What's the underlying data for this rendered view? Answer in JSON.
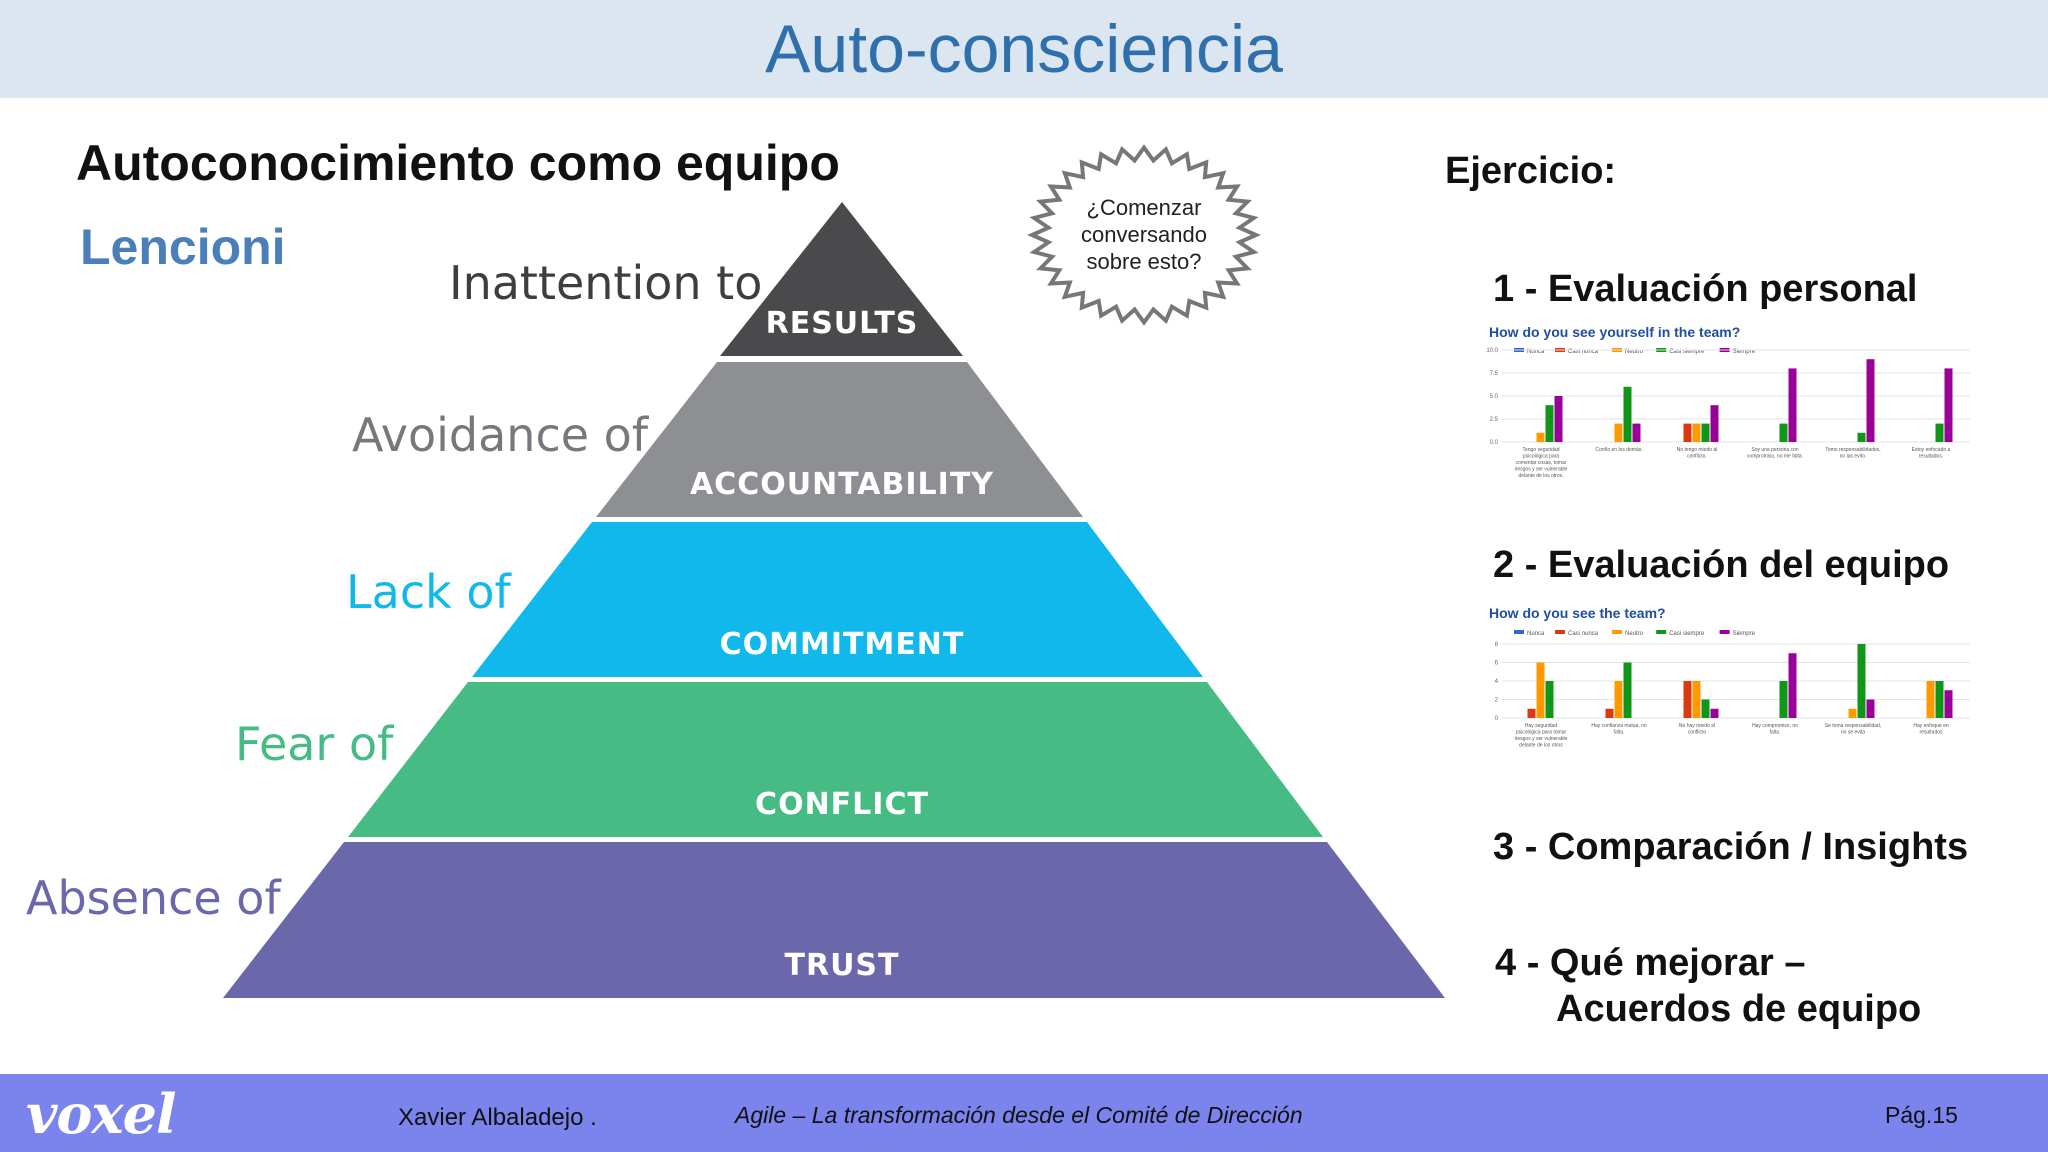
{
  "header": {
    "title": "Auto-consciencia"
  },
  "slide": {
    "subtitle": "Autoconocimiento como equipo",
    "author_tag": "Lencioni"
  },
  "pyramid": {
    "levels": [
      {
        "prefix": "Inattention to",
        "label": "RESULTS",
        "fill": "#4a4a4c",
        "prefix_color": "#3e3e40"
      },
      {
        "prefix": "Avoidance of",
        "label": "ACCOUNTABILITY",
        "fill": "#8e8f92",
        "prefix_color": "#77787b"
      },
      {
        "prefix": "Lack of",
        "label": "COMMITMENT",
        "fill": "#10b8ec",
        "prefix_color": "#10b8ec"
      },
      {
        "prefix": "Fear of",
        "label": "CONFLICT",
        "fill": "#46bc84",
        "prefix_color": "#46bc84"
      },
      {
        "prefix": "Absence of",
        "label": "TRUST",
        "fill": "#6b67ab",
        "prefix_color": "#6b67ab"
      }
    ]
  },
  "callout": {
    "line1": "¿Comenzar",
    "line2": "conversando",
    "line3": "sobre esto?"
  },
  "exercise": {
    "title": "Ejercicio:",
    "step1": "1 - Evaluación personal",
    "step2": "2 - Evaluación del equipo",
    "step3": "3 - Comparación / Insights",
    "step4a": "4 - Qué mejorar –",
    "step4b": "Acuerdos de equipo"
  },
  "chart_data": [
    {
      "type": "bar",
      "title": "How do you see yourself in the team?",
      "legend": [
        "Nunca",
        "Casi nunca",
        "Neutro",
        "Casi siempre",
        "Siempre"
      ],
      "colors": [
        "#3366cc",
        "#dc3912",
        "#ff9900",
        "#109618",
        "#990099"
      ],
      "ylim": [
        0,
        10
      ],
      "yticks": [
        "0.0",
        "2.5",
        "5.0",
        "7.5",
        "10.0"
      ],
      "categories": [
        "Tengo seguridad psicológica para comentar cosas, tomar riesgos y ser vulnerable delante de los otros.",
        "Confío en los demás.",
        "No tengo miedo al conflicto.",
        "Soy una persona con compromiso, no me falta.",
        "Tomo responsabilidades, no las evito.",
        "Estoy enfocado a resultados."
      ],
      "series": [
        {
          "name": "Nunca",
          "values": [
            0,
            0,
            0,
            0,
            0,
            0
          ]
        },
        {
          "name": "Casi nunca",
          "values": [
            0,
            0,
            2,
            0,
            0,
            0
          ]
        },
        {
          "name": "Neutro",
          "values": [
            1,
            2,
            2,
            0,
            0,
            0
          ]
        },
        {
          "name": "Casi siempre",
          "values": [
            4,
            6,
            2,
            2,
            1,
            2
          ]
        },
        {
          "name": "Siempre",
          "values": [
            5,
            2,
            4,
            8,
            9,
            8
          ]
        }
      ]
    },
    {
      "type": "bar",
      "title": "How do you see the team?",
      "legend": [
        "Nunca",
        "Casi nunca",
        "Neutro",
        "Casi siempre",
        "Siempre"
      ],
      "colors": [
        "#3366cc",
        "#dc3912",
        "#ff9900",
        "#109618",
        "#990099"
      ],
      "ylim": [
        0,
        8
      ],
      "yticks": [
        "0",
        "2",
        "4",
        "6",
        "8"
      ],
      "categories": [
        "Hay seguridad psicológica para tomar riesgos y ser vulnerable delante de los otros",
        "Hay confianza mutua, no falta.",
        "No hay miedo al conflicto",
        "Hay compromiso, no falta.",
        "Se toma responsabilidad, no se evita",
        "Hay enfoque en resultados"
      ],
      "series": [
        {
          "name": "Nunca",
          "values": [
            0,
            0,
            0,
            0,
            0,
            0
          ]
        },
        {
          "name": "Casi nunca",
          "values": [
            1,
            1,
            4,
            0,
            0,
            0
          ]
        },
        {
          "name": "Neutro",
          "values": [
            6,
            4,
            4,
            0,
            1,
            4
          ]
        },
        {
          "name": "Casi siempre",
          "values": [
            4,
            6,
            2,
            4,
            8,
            4
          ]
        },
        {
          "name": "Siempre",
          "values": [
            0,
            0,
            1,
            7,
            2,
            3
          ]
        }
      ]
    }
  ],
  "footer": {
    "logo": "voxel",
    "author": "Xavier Albaladejo .",
    "course": "Agile – La transformación desde el Comité de Dirección",
    "page": "Pág.15"
  }
}
